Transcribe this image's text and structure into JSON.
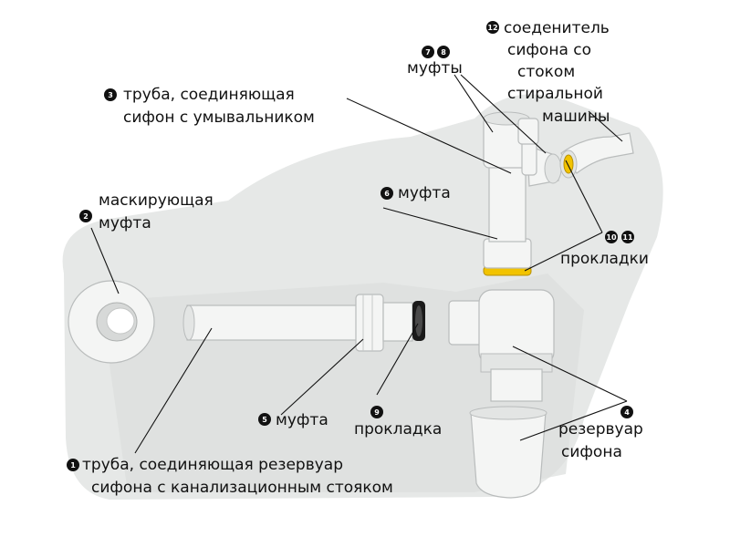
{
  "labels": {
    "n1": {
      "num": "1",
      "line1": "труба, соединяющая резервуар",
      "line2": "сифона с канализационным стояком"
    },
    "n2": {
      "num": "2",
      "line1": "маскирующая",
      "line2": "муфта"
    },
    "n3": {
      "num": "3",
      "line1": "труба, соединяющая",
      "line2": "сифон с умывальником"
    },
    "n4": {
      "num": "4",
      "line1": "резервуар",
      "line2": "сифона"
    },
    "n5": {
      "num": "5",
      "text": "муфта"
    },
    "n6": {
      "num": "6",
      "text": "муфта"
    },
    "n7": {
      "num": "7"
    },
    "n8": {
      "num": "8",
      "text": "муфты"
    },
    "n9": {
      "num": "9",
      "text": "прокладка"
    },
    "n10": {
      "num": "10"
    },
    "n11": {
      "num": "11",
      "text": "прокладки"
    },
    "n12": {
      "num": "12",
      "line1": "соеденитель",
      "line2": "сифона со",
      "line3": "стоком",
      "line4": "стиральной",
      "line5": "машины"
    }
  },
  "colors": {
    "background": "#ffffff",
    "pipe": "#f4f5f4",
    "gasket_black": "#1a1a1a",
    "gasket_yellow": "#f2c300",
    "badge": "#111111",
    "shadow": "#e2e4e3"
  }
}
